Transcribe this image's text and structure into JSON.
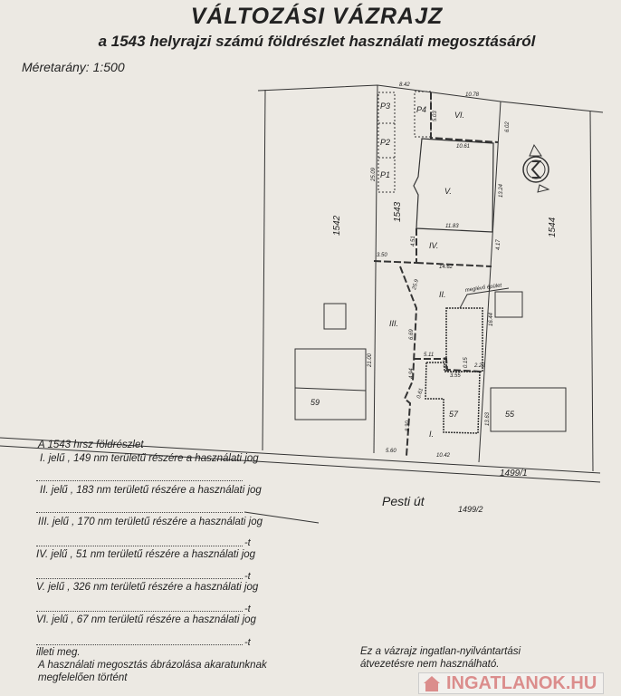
{
  "header": {
    "title": "VÁLTOZÁSI VÁZRAJZ",
    "subtitle": "a 1543 helyrajzi számú földrészlet használati megosztásáról",
    "scale": "Méretarány:  1:500"
  },
  "plan": {
    "parcels": [
      "1542",
      "1543",
      "1544",
      "1499/1",
      "1499/2"
    ],
    "street": "Pesti út",
    "zones": [
      "I.",
      "II.",
      "III.",
      "IV.",
      "V.",
      "VI.",
      "P1",
      "P2",
      "P3",
      "P4"
    ],
    "buildings": [
      "59",
      "57",
      "55"
    ],
    "existing_building": "meglévő épület",
    "dims": [
      "8.42",
      "10.78",
      "6.02",
      "10.61",
      "13.24",
      "25.09",
      "11.83",
      "4.51",
      "4.17",
      "3.50",
      "14.62",
      "25.9",
      "6.69",
      "21.00",
      "5.11",
      "1.79",
      "0.15",
      "2.22",
      "3.55",
      "16.44",
      "4.94",
      "0.61",
      "8.30",
      "13.63",
      "5.60",
      "10.42",
      "5.03"
    ]
  },
  "text": {
    "intro": "A  1543 hrsz  földrészlet",
    "rows": [
      "I. jelű , 149 nm területű részére a használati jog",
      "II. jelű , 183 nm területű részére a használati jog",
      "III. jelű , 170 nm területű részére a használati jog",
      "IV. jelű , 51 nm területű részére a használati jog",
      "V. jelű , 326 nm területű részére a használati jog",
      "VI. jelű , 67 nm területű részére a használati jog"
    ],
    "suffix": "-t",
    "closing": "illeti meg.",
    "statement1": "A használati megosztás ábrázolása akaratunknak",
    "statement2": "megfelelően történt",
    "note1": "Ez a vázrajz ingatlan-nyilvántartási",
    "note2": "átvezetésre nem használható."
  },
  "watermark": "INGATLANOK.HU"
}
